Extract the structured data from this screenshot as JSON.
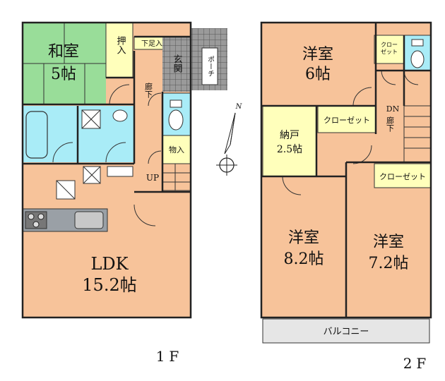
{
  "floor1": {
    "washitsu": "和室",
    "washitsu_size": "5帖",
    "oshiire": "押入",
    "shitaashiire": "下足入",
    "genkan": "玄関",
    "porch": "ポーチ",
    "rouka": "廊下",
    "monoire": "物入",
    "up": "UP",
    "ldk": "LDK",
    "ldk_size": "15.2帖",
    "floor_label": "1F"
  },
  "floor2": {
    "youshitsu_a": "洋室",
    "youshitsu_a_size": "6帖",
    "closet_small": "クロー\nゼット",
    "nando": "納戸",
    "nando_size": "2.5帖",
    "closet_a": "クローゼット",
    "dn": "DN",
    "rouka": "廊下",
    "closet_b": "クローゼット",
    "youshitsu_b": "洋室",
    "youshitsu_b_size": "8.2帖",
    "youshitsu_c": "洋室",
    "youshitsu_c_size": "7.2帖",
    "balcony": "バルコニー",
    "floor_label": "2F"
  },
  "compass": {
    "north": "N"
  },
  "colors": {
    "tatami": "#99dd99",
    "wood": "#f7c39a",
    "water": "#a9ecf7",
    "storage": "#ffffbb",
    "balcony": "#e6e6e6",
    "tile": "#9a9a9a"
  }
}
